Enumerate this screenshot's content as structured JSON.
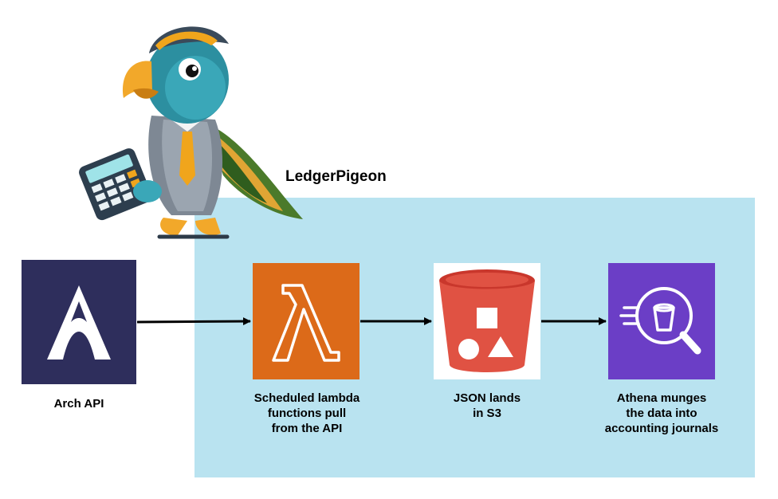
{
  "title": "LedgerPigeon",
  "nodes": {
    "arch": {
      "label": "Arch API"
    },
    "lambda": {
      "label_lines": [
        "Scheduled lambda",
        "functions pull",
        "from the API"
      ]
    },
    "s3": {
      "label_lines": [
        "JSON lands",
        "in S3"
      ]
    },
    "athena": {
      "label_lines": [
        "Athena munges",
        "the data into",
        "accounting journals"
      ]
    }
  },
  "colors": {
    "region": "#b9e3f0",
    "arch": "#2e2e5c",
    "lambda": "#dc6a19",
    "s3_red": "#e05243",
    "athena": "#6b3ec6"
  },
  "icons": {
    "mascot": "parrot-with-calculator-icon",
    "arch": "arch-logo-icon",
    "lambda": "aws-lambda-icon",
    "s3": "aws-s3-bucket-icon",
    "athena": "aws-athena-icon"
  }
}
